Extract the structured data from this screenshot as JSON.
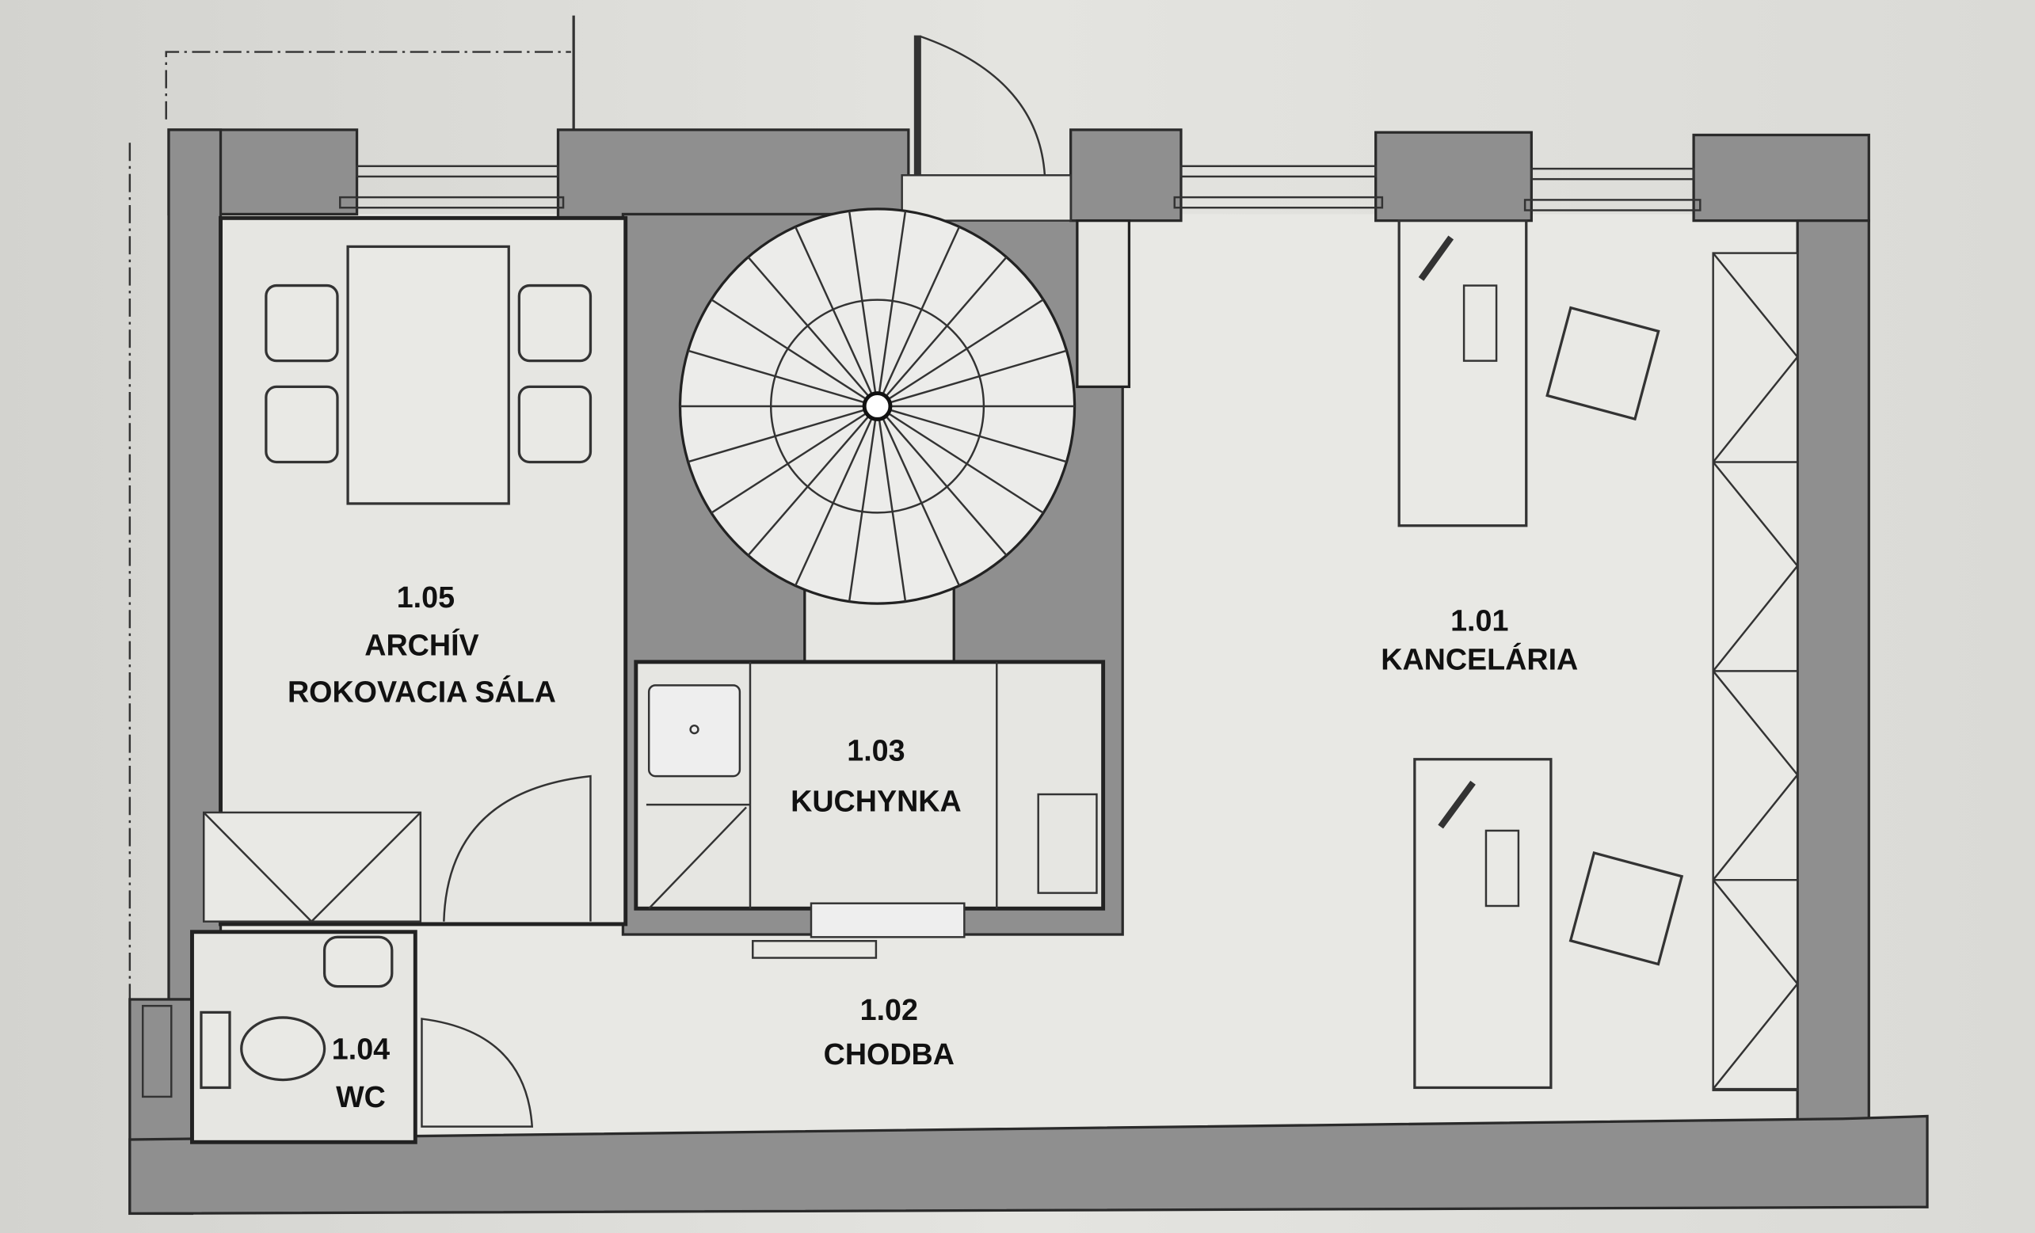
{
  "plan": {
    "rooms": {
      "r101": {
        "number": "1.01",
        "name": "KANCELÁRIA"
      },
      "r102": {
        "number": "1.02",
        "name": "CHODBA"
      },
      "r103": {
        "number": "1.03",
        "name": "KUCHYNKA"
      },
      "r104": {
        "number": "1.04",
        "name": "WC"
      },
      "r105": {
        "number": "1.05",
        "name_line1": "ARCHÍV",
        "name_line2": "ROKOVACIA SÁLA"
      }
    }
  }
}
